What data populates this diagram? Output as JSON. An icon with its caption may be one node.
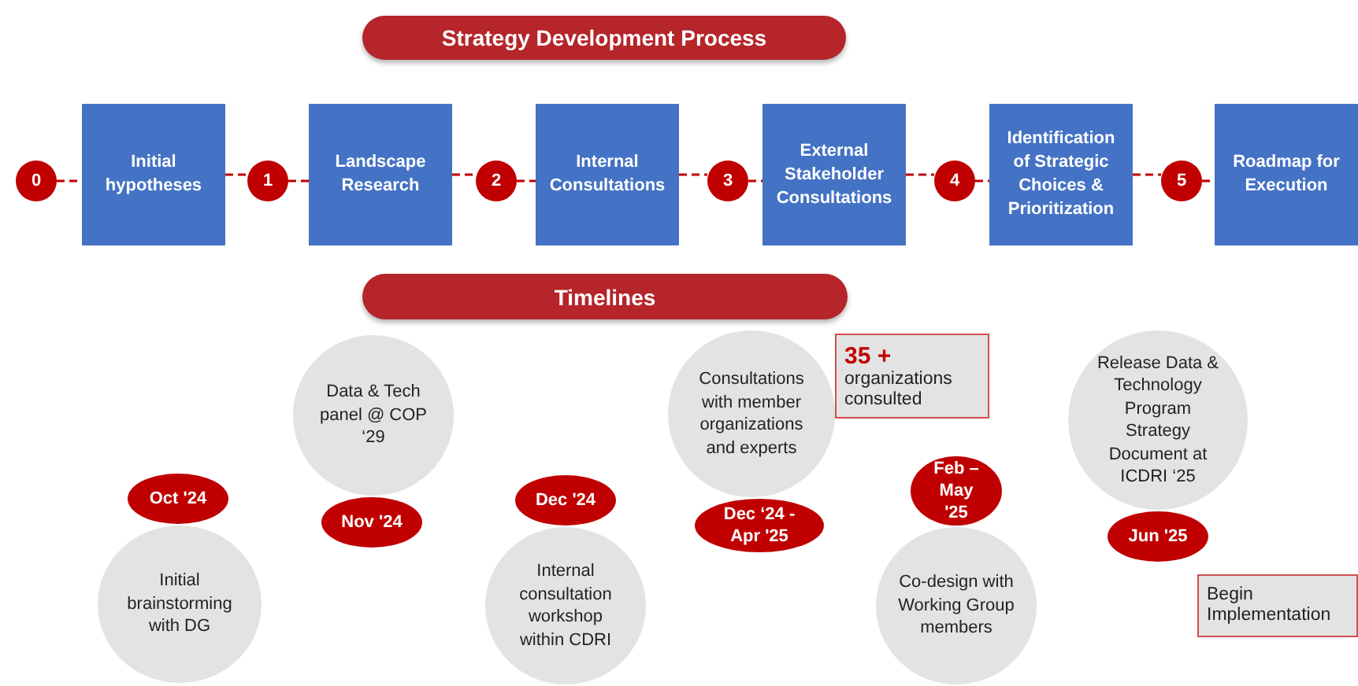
{
  "diagram": {
    "nodes": [
      {
        "text": [
          "Strategy Development Process"
        ]
      },
      {
        "text": [
          "0"
        ]
      },
      {
        "text": [
          "Initial hypotheses"
        ]
      },
      {
        "text": [
          "1"
        ]
      },
      {
        "text": [
          "Landscape Research"
        ]
      },
      {
        "text": [
          "2"
        ]
      },
      {
        "text": [
          "Internal Consultations"
        ]
      },
      {
        "text": [
          "3"
        ]
      },
      {
        "text": [
          "External Stakeholder Consultations"
        ]
      },
      {
        "text": [
          "4"
        ]
      },
      {
        "text": [
          "Identification of Strategic Choices & Prioritization"
        ]
      },
      {
        "text": [
          "5"
        ]
      },
      {
        "text": [
          "Roadmap for Execution"
        ]
      },
      {
        "text": [
          "Timelines"
        ]
      },
      {
        "text": [
          "Initial brainstorming with DG"
        ]
      },
      {
        "text": [
          "Oct '24"
        ]
      },
      {
        "text": [
          "Data & Tech panel @ COP ‘29"
        ]
      },
      {
        "text": [
          "Nov '24"
        ]
      },
      {
        "text": [
          "Internal consultation workshop within CDRI"
        ]
      },
      {
        "text": [
          "Dec '24"
        ]
      },
      {
        "text": [
          "Consultations with member organizations and experts"
        ]
      },
      {
        "text": [
          "Dec ‘24 -Apr '25"
        ]
      },
      {
        "text": [
          "35 +",
          "organizations consulted"
        ]
      },
      {
        "text": [
          "Co-design with Working Group members"
        ]
      },
      {
        "text": [
          "Feb – May '25"
        ]
      },
      {
        "text": [
          "Release Data & Technology Program Strategy Document at ICDRI ‘25"
        ]
      },
      {
        "text": [
          "Jun '25"
        ]
      },
      {
        "text": [
          "Begin Implementation"
        ]
      }
    ],
    "edges": [
      {
        "from": 1,
        "to": 2,
        "arrow": "none",
        "style": "dashed"
      },
      {
        "from": 2,
        "to": 3,
        "arrow": "none",
        "style": "dashed"
      },
      {
        "from": 3,
        "to": 4,
        "arrow": "none",
        "style": "dashed"
      },
      {
        "from": 4,
        "to": 5,
        "arrow": "none",
        "style": "dashed"
      },
      {
        "from": 5,
        "to": 6,
        "arrow": "none",
        "style": "dashed"
      },
      {
        "from": 6,
        "to": 7,
        "arrow": "none",
        "style": "dashed"
      },
      {
        "from": 7,
        "to": 8,
        "arrow": "none",
        "style": "dashed"
      },
      {
        "from": 8,
        "to": 9,
        "arrow": "none",
        "style": "dashed"
      },
      {
        "from": 9,
        "to": 10,
        "arrow": "none",
        "style": "dashed"
      },
      {
        "from": 10,
        "to": 11,
        "arrow": "none",
        "style": "dashed"
      },
      {
        "from": 11,
        "to": 12,
        "arrow": "none",
        "style": "dashed"
      }
    ]
  }
}
